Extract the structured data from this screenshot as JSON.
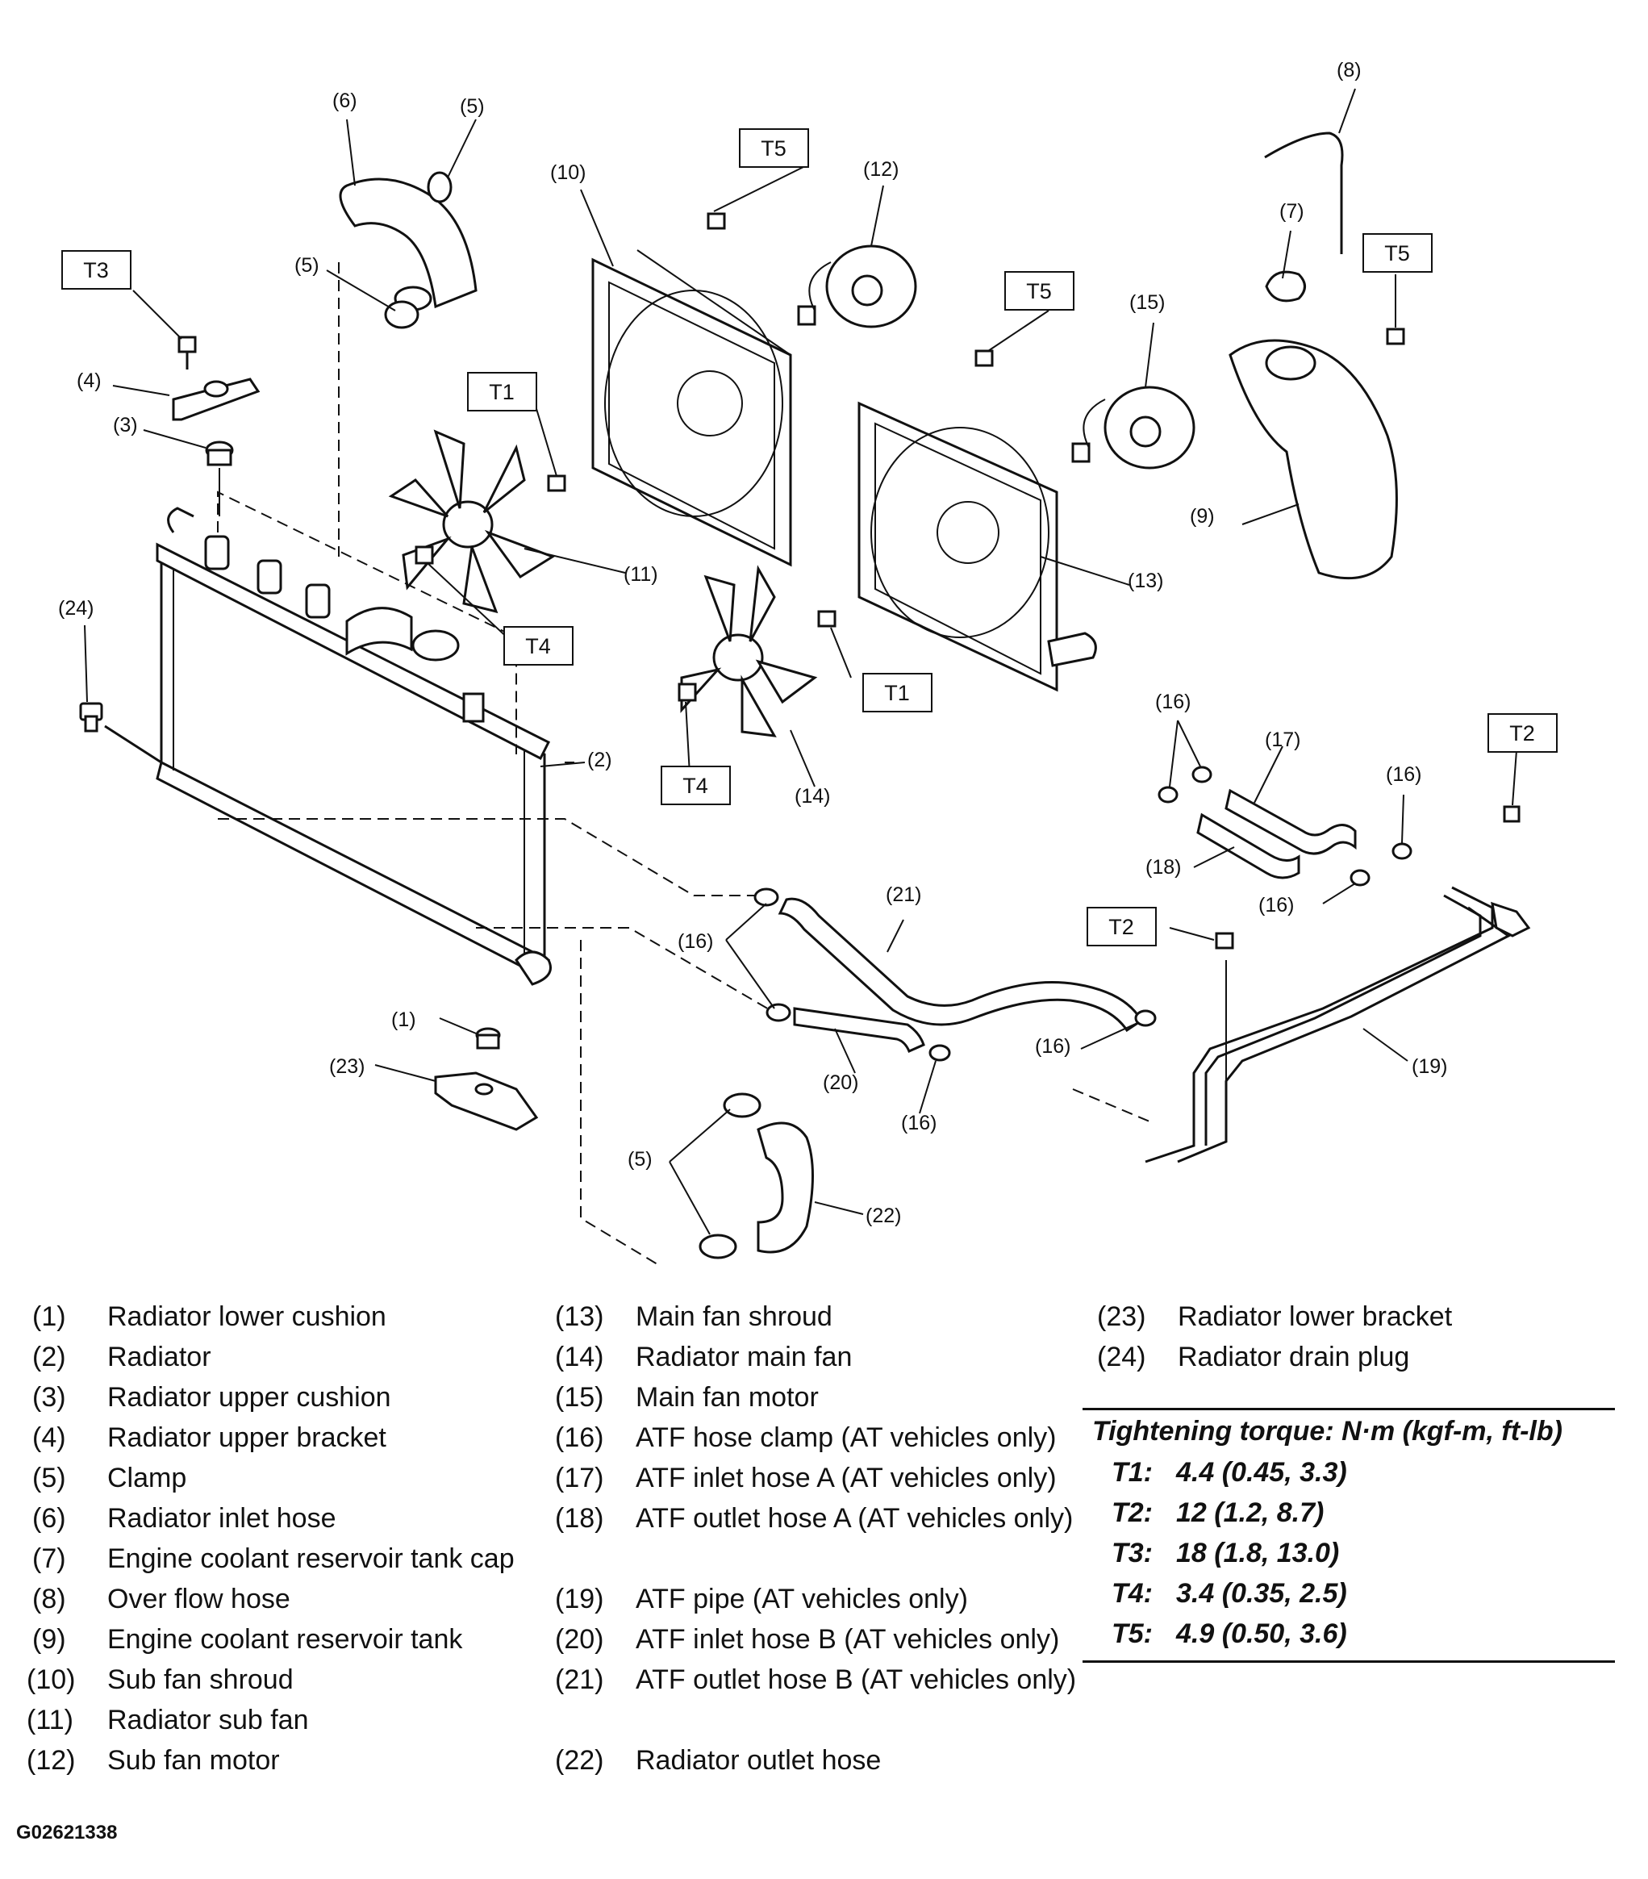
{
  "callouts": {
    "c1": "(1)",
    "c2": "(2)",
    "c3": "(3)",
    "c4": "(4)",
    "c5a": "(5)",
    "c5b": "(5)",
    "c5c": "(5)",
    "c6": "(6)",
    "c7": "(7)",
    "c8": "(8)",
    "c9": "(9)",
    "c10": "(10)",
    "c11": "(11)",
    "c12": "(12)",
    "c13": "(13)",
    "c14": "(14)",
    "c15": "(15)",
    "c16a": "(16)",
    "c16b": "(16)",
    "c16c": "(16)",
    "c16d": "(16)",
    "c16e": "(16)",
    "c16f": "(16)",
    "c17": "(17)",
    "c18": "(18)",
    "c19": "(19)",
    "c20": "(20)",
    "c21": "(21)",
    "c22": "(22)",
    "c23": "(23)",
    "c24": "(24)"
  },
  "torque_boxes": {
    "t3": "T3",
    "t5a": "T5",
    "t5b": "T5",
    "t5c": "T5",
    "t1a": "T1",
    "t1b": "T1",
    "t4a": "T4",
    "t4b": "T4",
    "t2a": "T2",
    "t2b": "T2"
  },
  "legend": {
    "col1": [
      {
        "num": "(1)",
        "label": "Radiator lower cushion"
      },
      {
        "num": "(2)",
        "label": "Radiator"
      },
      {
        "num": "(3)",
        "label": "Radiator upper cushion"
      },
      {
        "num": "(4)",
        "label": "Radiator upper bracket"
      },
      {
        "num": "(5)",
        "label": "Clamp"
      },
      {
        "num": "(6)",
        "label": "Radiator inlet hose"
      },
      {
        "num": "(7)",
        "label": "Engine coolant reservoir tank cap"
      },
      {
        "num": "(8)",
        "label": "Over flow hose"
      },
      {
        "num": "(9)",
        "label": "Engine coolant reservoir tank"
      },
      {
        "num": "(10)",
        "label": "Sub fan shroud"
      },
      {
        "num": "(11)",
        "label": "Radiator sub fan"
      },
      {
        "num": "(12)",
        "label": "Sub fan motor"
      }
    ],
    "col2": [
      {
        "num": "(13)",
        "label": "Main fan shroud"
      },
      {
        "num": "(14)",
        "label": "Radiator main fan"
      },
      {
        "num": "(15)",
        "label": "Main fan motor"
      },
      {
        "num": "(16)",
        "label": "ATF hose clamp (AT vehicles only)"
      },
      {
        "num": "(17)",
        "label": "ATF inlet hose A (AT vehicles only)"
      },
      {
        "num": "(18)",
        "label": "ATF outlet hose A (AT vehicles only)"
      },
      {
        "num": "(19)",
        "label": "ATF pipe (AT vehicles only)"
      },
      {
        "num": "(20)",
        "label": "ATF inlet hose B (AT vehicles only)"
      },
      {
        "num": "(21)",
        "label": "ATF outlet hose B (AT vehicles only)"
      },
      {
        "num": "(22)",
        "label": "Radiator outlet hose"
      }
    ],
    "col3": [
      {
        "num": "(23)",
        "label": "Radiator lower bracket"
      },
      {
        "num": "(24)",
        "label": "Radiator drain plug"
      }
    ]
  },
  "torque": {
    "title": "Tightening torque: N·m (kgf-m, ft-lb)",
    "rows": [
      {
        "key": "T1:",
        "value": "4.4 (0.45, 3.3)"
      },
      {
        "key": "T2:",
        "value": "12 (1.2, 8.7)"
      },
      {
        "key": "T3:",
        "value": "18 (1.8, 13.0)"
      },
      {
        "key": "T4:",
        "value": "3.4 (0.35, 2.5)"
      },
      {
        "key": "T5:",
        "value": "4.9 (0.50, 3.6)"
      }
    ]
  },
  "figure_code": "G02621338"
}
